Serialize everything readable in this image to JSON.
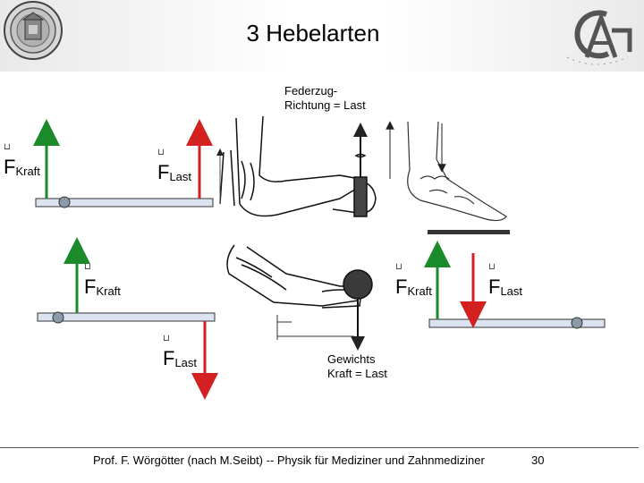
{
  "slide": {
    "title": "3 Hebelarten",
    "annotation_top": [
      "Federzug-",
      "Richtung = Last"
    ],
    "annotation_bottom": [
      "Gewichts",
      "Kraft = Last"
    ],
    "vector_mark": "⊔",
    "force_symbol": "F",
    "sub_kraft": "Kraft",
    "sub_last": "Last",
    "footer": "Prof. F. Wörgötter (nach M.Seibt) -- Physik für Mediziner und Zahnmediziner",
    "page_number": "30",
    "colors": {
      "kraft_arrow": "#1a8a2a",
      "last_arrow": "#d42020",
      "lever_bar": "#dce3f0",
      "pivot": "#8a9aa8"
    }
  }
}
